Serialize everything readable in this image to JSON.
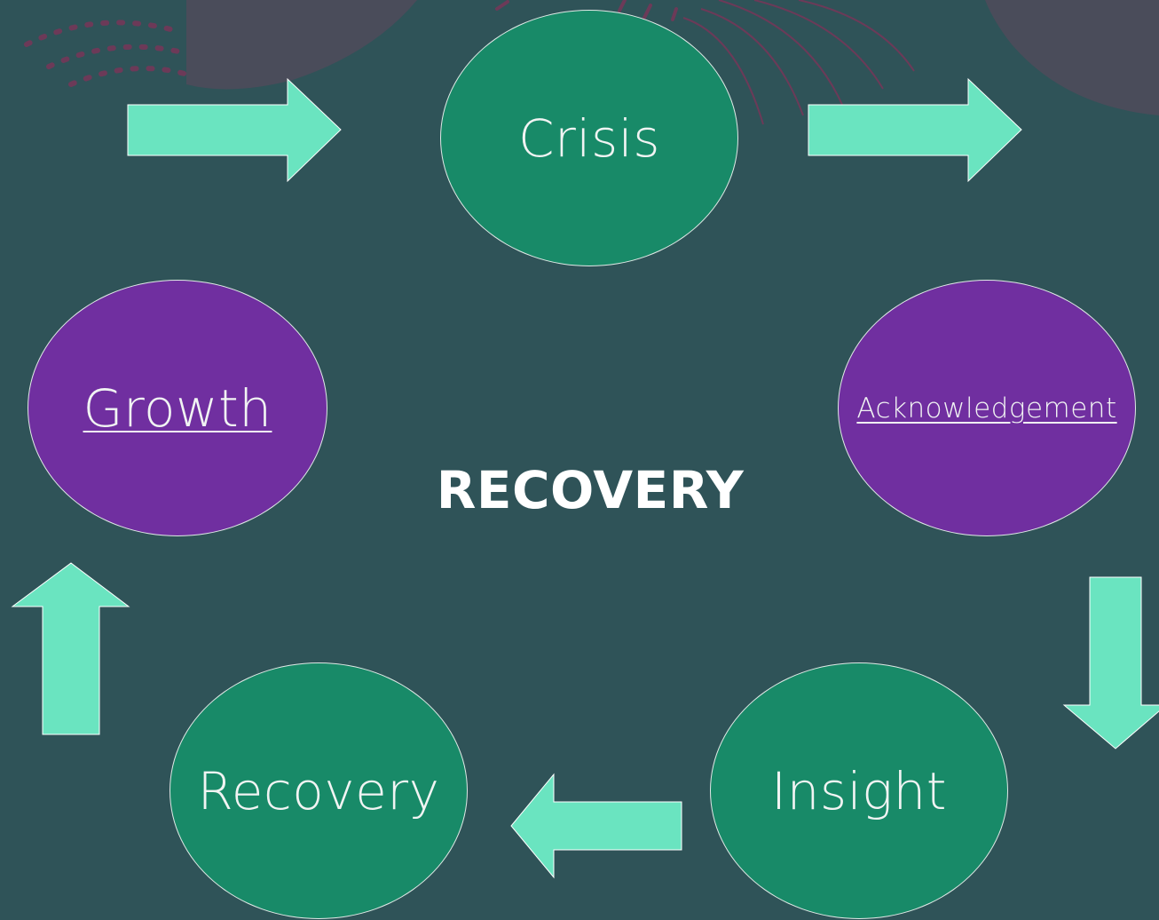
{
  "diagram": {
    "center_title": "RECOVERY",
    "nodes": {
      "crisis": "Crisis",
      "acknowledgement": "Acknowledgement",
      "insight": "Insight",
      "recovery": "Recovery",
      "growth": "Growth"
    }
  },
  "colors": {
    "background": "#2f5358",
    "green_node": "#188a68",
    "purple_node": "#702fa0",
    "arrow": "#6ae4c0",
    "decor_panel": "#4a4c5a",
    "decor_stroke": "#6c3a58"
  }
}
